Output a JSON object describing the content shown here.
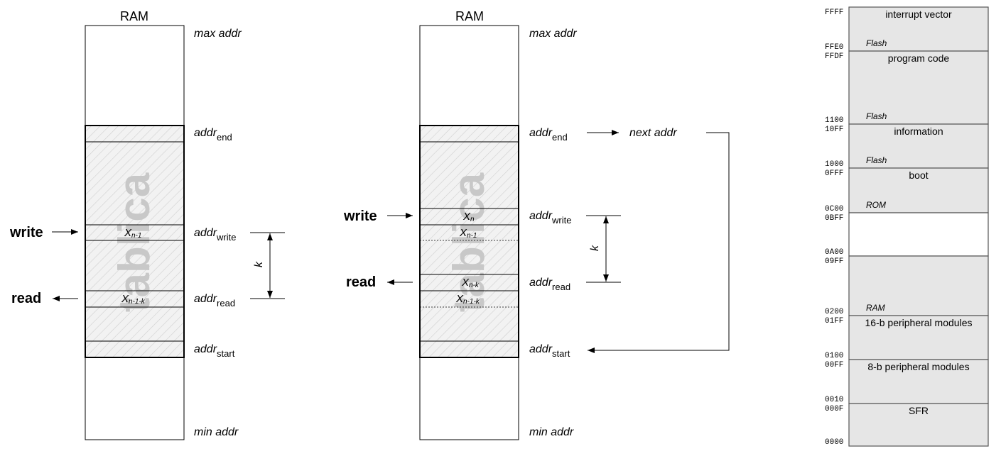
{
  "left_diagram": {
    "title": "RAM",
    "watermark": "tablica",
    "max_addr": "max addr",
    "min_addr": "min addr",
    "addr": "addr",
    "sub_end": "end",
    "sub_write": "write",
    "sub_read": "read",
    "sub_start": "start",
    "cell_write_x": "X",
    "cell_write_sub": "n-1",
    "cell_read_x": "X",
    "cell_read_sub": "n-1-k",
    "write_label": "write",
    "read_label": "read",
    "k_label": "k"
  },
  "middle_diagram": {
    "title": "RAM",
    "watermark": "tablica",
    "max_addr": "max addr",
    "min_addr": "min addr",
    "addr": "addr",
    "sub_end": "end",
    "sub_write": "write",
    "sub_read": "read",
    "sub_start": "start",
    "next_addr": "next addr",
    "cell_n_x": "X",
    "cell_n_sub": "n",
    "cell_n1_x": "X",
    "cell_n1_sub": "n-1",
    "cell_nk_x": "X",
    "cell_nk_sub": "n-k",
    "cell_n1k_x": "X",
    "cell_n1k_sub": "n-1-k",
    "write_label": "write",
    "read_label": "read",
    "k_label": "k"
  },
  "memory_map": {
    "segments": [
      {
        "top_addr": "FFFF",
        "bottom_addr": "FFE0",
        "name": "interrupt vector",
        "type": "Flash",
        "fill": "#e6e6e6"
      },
      {
        "top_addr": "FFDF",
        "bottom_addr": "1100",
        "name": "program code",
        "type": "Flash",
        "fill": "#e6e6e6"
      },
      {
        "top_addr": "10FF",
        "bottom_addr": "1000",
        "name": "information",
        "type": "Flash",
        "fill": "#e6e6e6"
      },
      {
        "top_addr": "0FFF",
        "bottom_addr": "0C00",
        "name": "boot",
        "type": "ROM",
        "fill": "#e6e6e6"
      },
      {
        "top_addr": "0BFF",
        "bottom_addr": "0A00",
        "name": "",
        "type": "",
        "fill": "#ffffff"
      },
      {
        "top_addr": "09FF",
        "bottom_addr": "0200",
        "name": "",
        "type": "RAM",
        "fill": "#e6e6e6"
      },
      {
        "top_addr": "01FF",
        "bottom_addr": "0100",
        "name": "16-b peripheral modules",
        "type": "",
        "fill": "#e6e6e6"
      },
      {
        "top_addr": "00FF",
        "bottom_addr": "0010",
        "name": "8-b peripheral modules",
        "type": "",
        "fill": "#e6e6e6"
      },
      {
        "top_addr": "000F",
        "bottom_addr": "0000",
        "name": "SFR",
        "type": "",
        "fill": "#e6e6e6"
      }
    ]
  }
}
